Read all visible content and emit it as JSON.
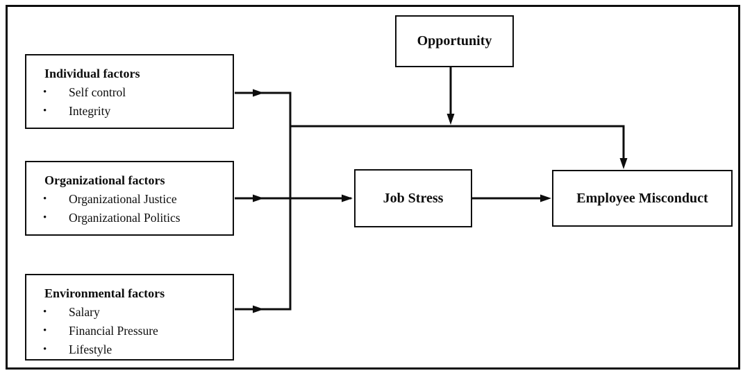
{
  "diagram": {
    "bullet": "•",
    "boxes": {
      "individual": {
        "title": "Individual factors",
        "items": [
          "Self control",
          "Integrity"
        ]
      },
      "organizational": {
        "title": "Organizational factors",
        "items": [
          "Organizational Justice",
          "Organizational Politics"
        ]
      },
      "environmental": {
        "title": "Environmental factors",
        "items": [
          "Salary",
          "Financial Pressure",
          "Lifestyle"
        ]
      },
      "opportunity": {
        "label": "Opportunity"
      },
      "job_stress": {
        "label": "Job Stress"
      },
      "employee_misconduct": {
        "label": "Employee Misconduct"
      }
    },
    "colors": {
      "line": "#0d0d0d",
      "border": "#0d0d0d",
      "background": "#ffffff",
      "text": "#0d0d0d"
    }
  }
}
